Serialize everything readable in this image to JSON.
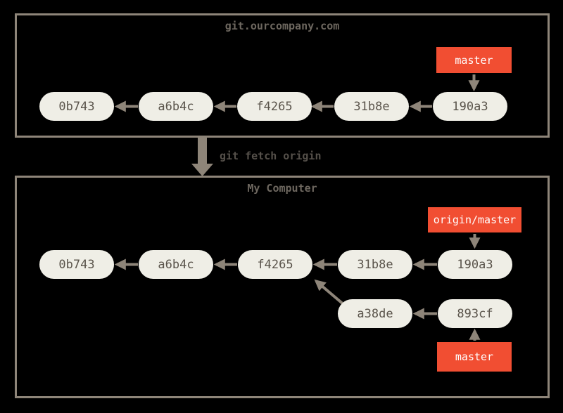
{
  "colors": {
    "background": "#000000",
    "box_border": "#8e8579",
    "arrow": "#8e8579",
    "node_fill": "#efeee6",
    "node_text": "#5a544b",
    "label_fill": "#f14e32",
    "label_text": "#ffffff",
    "title_text": "#6d675f",
    "command_text": "#55504a"
  },
  "server": {
    "title": "git.ourcompany.com",
    "branch_label": "master",
    "commits": [
      "0b743",
      "a6b4c",
      "f4265",
      "31b8e",
      "190a3"
    ]
  },
  "transfer": {
    "command": "git fetch origin"
  },
  "computer": {
    "title": "My Computer",
    "remote_branch_label": "origin/master",
    "branch_label": "master",
    "commits": [
      "0b743",
      "a6b4c",
      "f4265",
      "31b8e",
      "190a3"
    ],
    "branch_commits": [
      "a38de",
      "893cf"
    ]
  }
}
